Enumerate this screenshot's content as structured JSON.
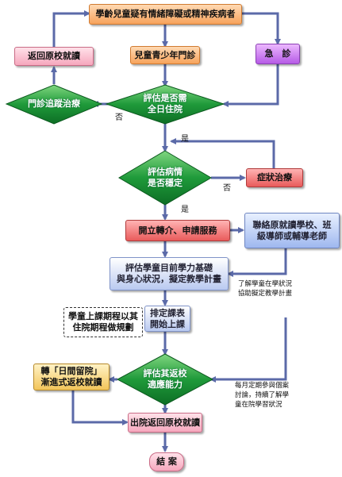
{
  "nodes": {
    "start": "學齡兒童疑有情緒障礙或精神疾病者",
    "return_school_left": "返回原校就讀",
    "clinic": "兒童青少年門診",
    "emergency": "急　診",
    "followup_diamond": "門診追蹤治療",
    "decide_inpatient": [
      "評估是否需",
      "全日住院"
    ],
    "stable": [
      "評估病情",
      "是否穩定"
    ],
    "symptom_treat": "症狀治療",
    "referral": "開立轉介、申請服務",
    "contact": [
      "聯絡原就讀學校、班",
      "級導師或輔導老師"
    ],
    "assess_ability": [
      "評估學童目前學力基礎",
      "與身心狀況，擬定教學計畫"
    ],
    "plan_note": [
      "學童上課期程以其",
      "住院期程做規劃"
    ],
    "schedule": [
      "排定課表",
      "開始上課"
    ],
    "day_care": [
      "轉「日間留院」",
      "漸進式返校就讀"
    ],
    "adapt": [
      "評估其返校",
      "適應能力"
    ],
    "discharge": "出院返回原校就讀",
    "end": "結 案"
  },
  "notes": {
    "understand_school": [
      "了解學童在學狀況",
      "協助擬定教學計畫"
    ],
    "monthly_meeting": [
      "每月定期參與個案",
      "討論，持續了解學",
      "童在院學習狀況"
    ]
  },
  "marks": {
    "no1": "否",
    "yes1": "是",
    "no2": "否",
    "yes2": "是"
  },
  "colors": {
    "arrow": "#5b6aa8",
    "diamond_fill": "#1f9a3a",
    "diamond_dark": "#0d6e25"
  }
}
